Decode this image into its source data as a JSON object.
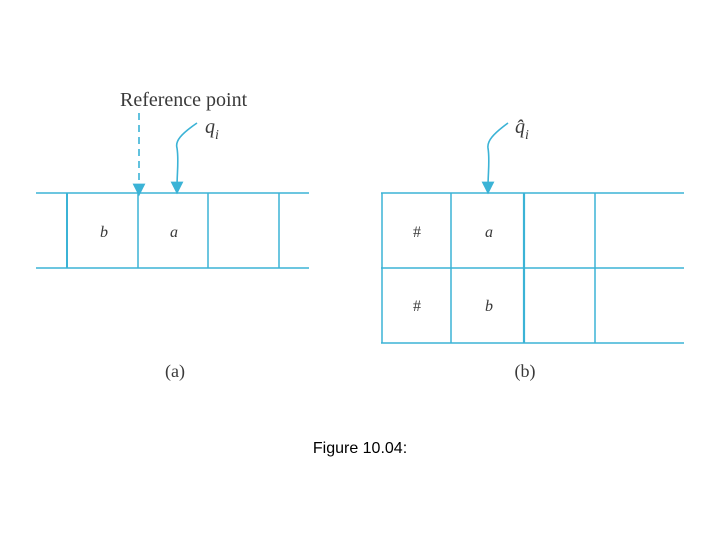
{
  "diagram": {
    "colors": {
      "line": "#3bb3d6",
      "arrow": "#3bb3d6",
      "text": "#3a3a3a"
    },
    "panel_a": {
      "reference_label": "Reference point",
      "state_label": "q",
      "state_sub": "i",
      "cells": [
        "b",
        "a",
        ""
      ],
      "caption": "(a)"
    },
    "panel_b": {
      "state_label": "q̂",
      "state_sub": "i",
      "rows": [
        [
          "#",
          "a",
          "",
          ""
        ],
        [
          "#",
          "b",
          "",
          ""
        ]
      ],
      "caption": "(b)"
    }
  },
  "figure_caption": "Figure 10.04:"
}
